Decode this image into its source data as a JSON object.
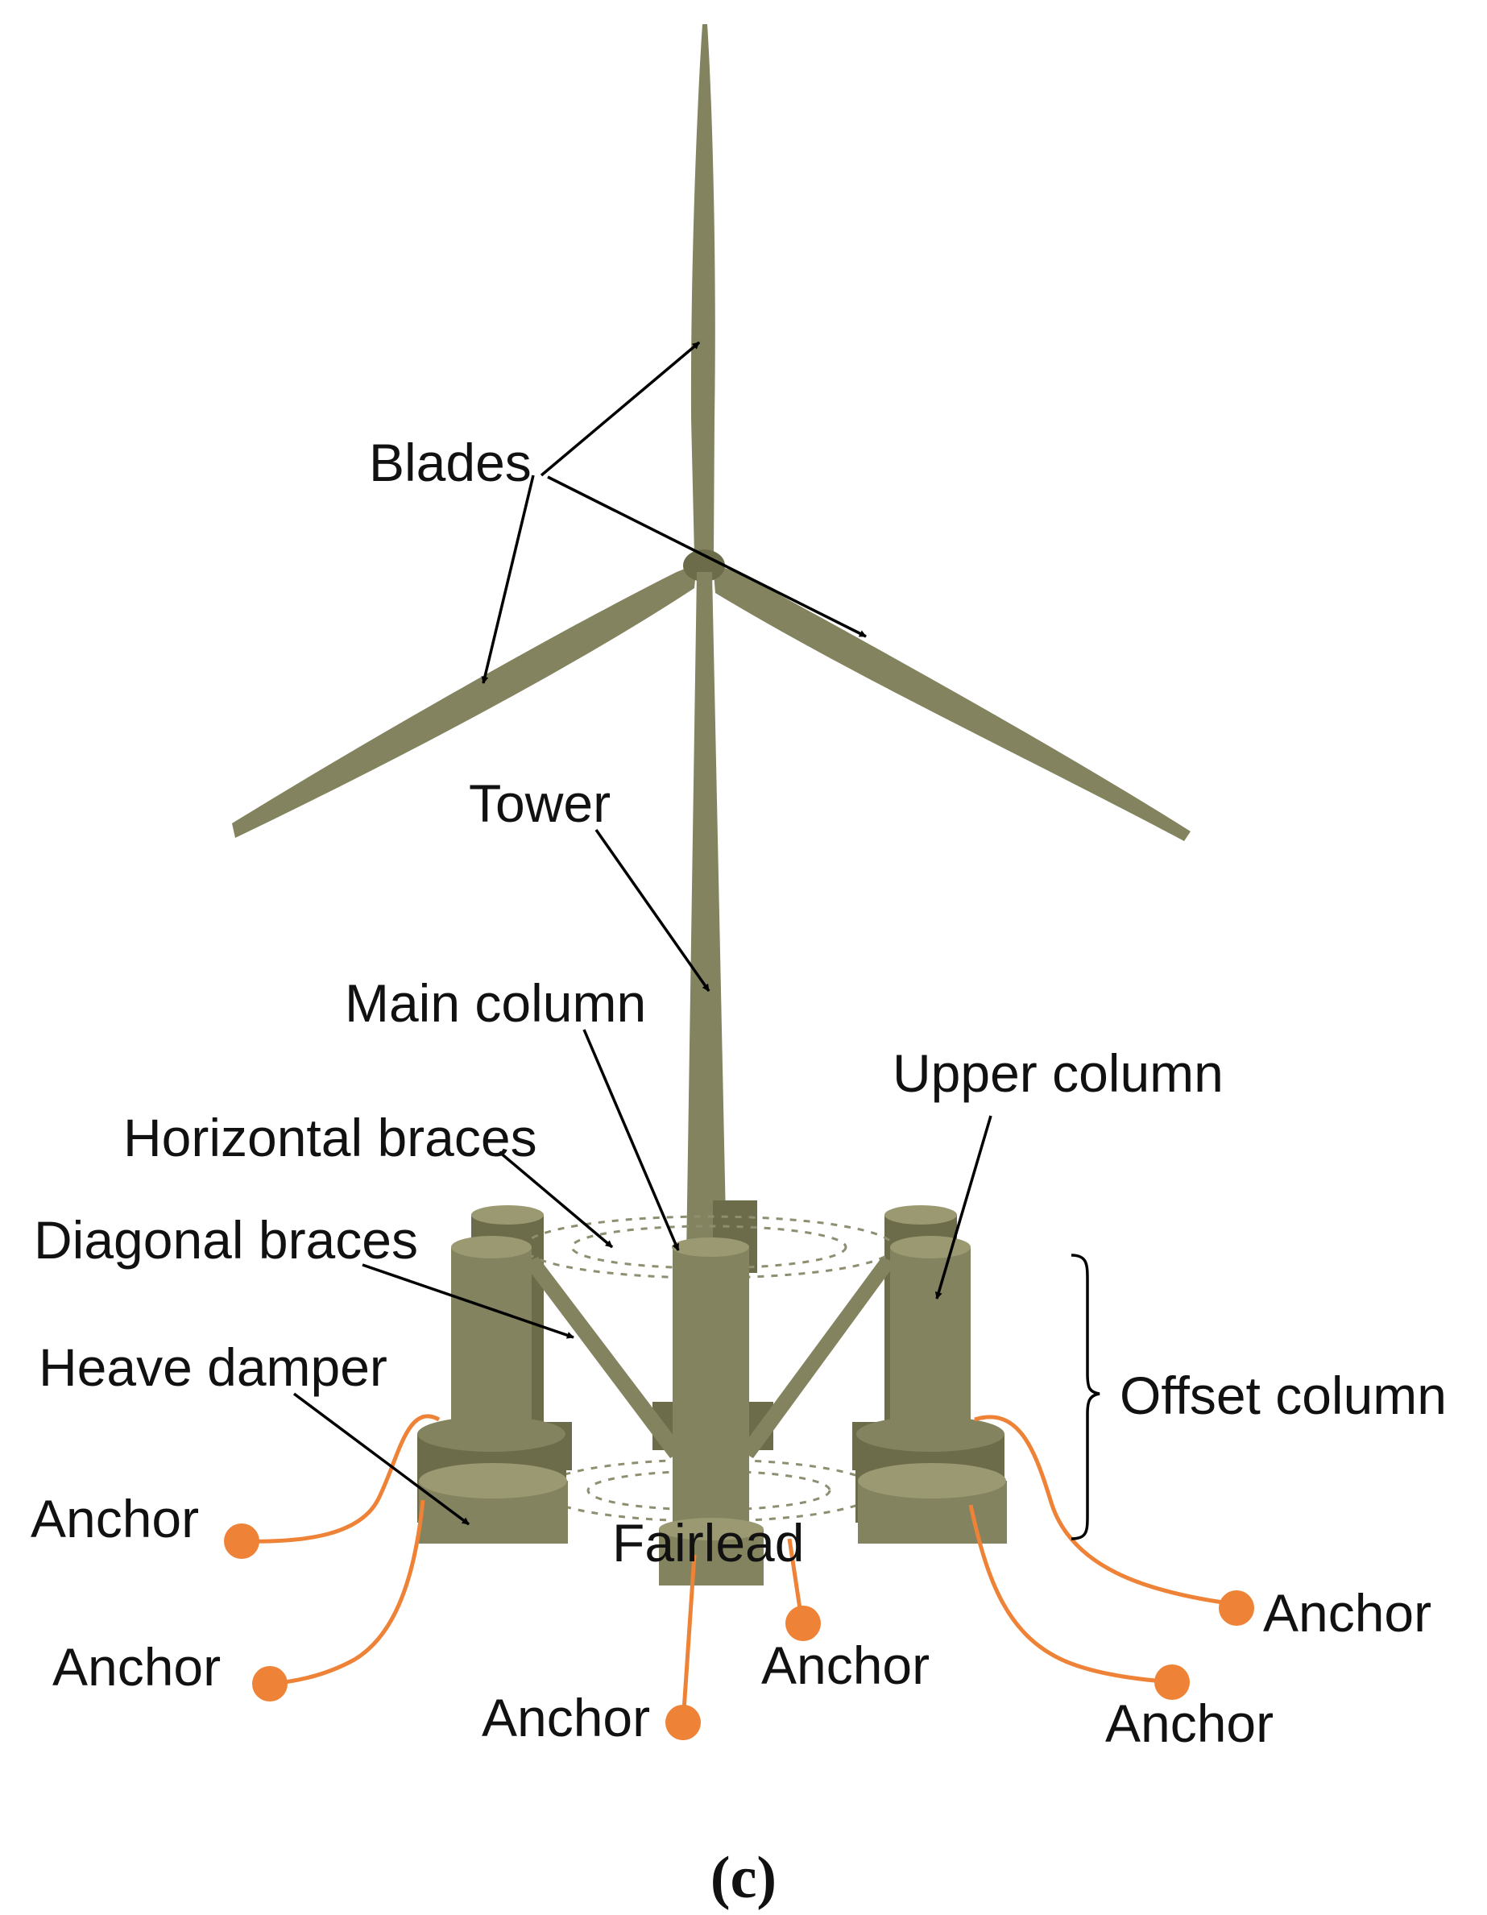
{
  "labels": {
    "blades": "Blades",
    "tower": "Tower",
    "main_column": "Main column",
    "upper_column": "Upper column",
    "horizontal_braces": "Horizontal braces",
    "diagonal_braces": "Diagonal braces",
    "heave_damper": "Heave damper",
    "offset_column": "Offset column",
    "fairlead": "Fairlead",
    "anchor": "Anchor"
  },
  "caption": "(c)",
  "colors": {
    "structure": "#84835f",
    "mooring": "#ee8236",
    "annotation": "#000000"
  }
}
